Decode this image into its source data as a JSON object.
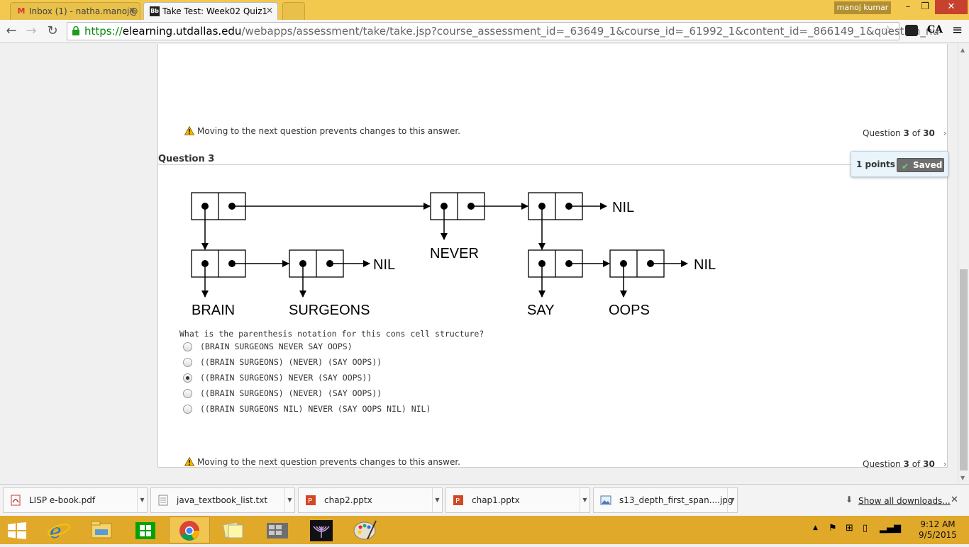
{
  "browser": {
    "tabs": [
      {
        "title": "Inbox (1) - natha.manoj@",
        "favicon": "gmail-icon",
        "active": false
      },
      {
        "title": "Take Test: Week02 Quiz1",
        "favicon": "blackboard-icon",
        "active": true
      }
    ],
    "user": "manoj kumar",
    "url": {
      "scheme": "https://",
      "host": "elearning.utdallas.edu",
      "path": "/webapps/assessment/take/take.jsp?course_assessment_id=_63649_1&course_id=_61992_1&content_id=_866149_1&question_nu"
    },
    "ext_label": "CA"
  },
  "page": {
    "warning_text": "Moving to the next question prevents changes to this answer.",
    "qnav": {
      "prefix": "Question",
      "current": "3",
      "of": "of",
      "total": "30"
    },
    "question_title": "Question 3",
    "points": "1 points",
    "saved_label": "Saved",
    "diagram_labels": {
      "nil_1": "NIL",
      "nil_2": "NIL",
      "nil_3": "NIL",
      "never": "NEVER",
      "brain": "BRAIN",
      "surgeons": "SURGEONS",
      "say": "SAY",
      "oops": "OOPS"
    },
    "question_text": "What is the parenthesis notation for this cons cell structure?",
    "options": [
      {
        "label": "(BRAIN SURGEONS NEVER SAY OOPS)",
        "checked": false
      },
      {
        "label": "((BRAIN SURGEONS) (NEVER) (SAY OOPS))",
        "checked": false
      },
      {
        "label": "((BRAIN SURGEONS) NEVER (SAY OOPS))",
        "checked": true
      },
      {
        "label": "((BRAIN SURGEONS) (NEVER) (SAY OOPS))",
        "checked": false
      },
      {
        "label": "((BRAIN SURGEONS NIL) NEVER (SAY OOPS NIL) NIL)",
        "checked": false
      }
    ]
  },
  "downloads": {
    "items": [
      {
        "name": "LISP e-book.pdf",
        "icon": "pdf-icon"
      },
      {
        "name": "java_textbook_list.txt",
        "icon": "text-file-icon"
      },
      {
        "name": "chap2.pptx",
        "icon": "powerpoint-icon"
      },
      {
        "name": "chap1.pptx",
        "icon": "powerpoint-icon"
      },
      {
        "name": "s13_depth_first_span....jpg",
        "icon": "image-file-icon"
      }
    ],
    "show_all": "Show all downloads..."
  },
  "taskbar": {
    "apps": [
      "start-icon",
      "internet-explorer-icon",
      "file-explorer-icon",
      "store-icon",
      "chrome-icon",
      "sticky-notes-icon",
      "app-icon",
      "menorah-app-icon",
      "paint-icon"
    ],
    "time": "9:12 AM",
    "date": "9/5/2015"
  },
  "colors": {
    "titlebar": "#f2c84e",
    "taskbar": "#e0a92a",
    "close_button": "#c7412f"
  }
}
